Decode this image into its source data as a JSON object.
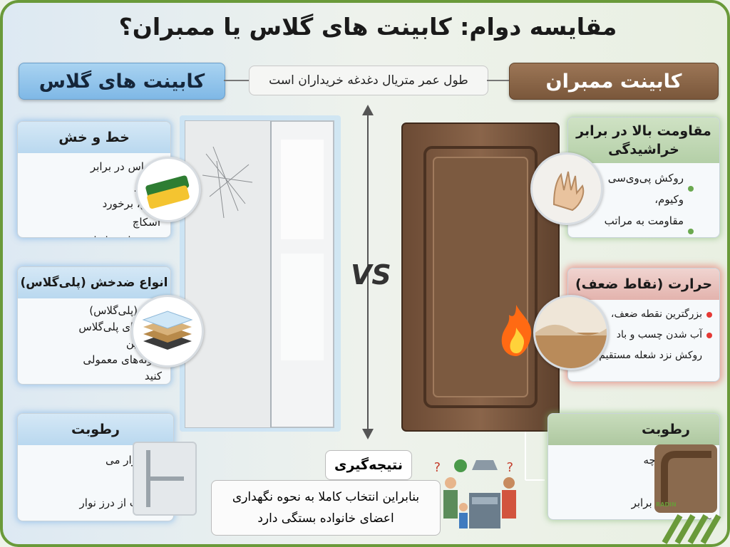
{
  "title": "مقایسه دوام: کابینت های گلاس یا ممبران؟",
  "subtitle": "طول عمر متریال دغدغه خریداران است",
  "headers": {
    "glass": "کابینت های گلاس",
    "membrane": "کابینت ممبران"
  },
  "vs_label": "VS",
  "glass": {
    "scratch": {
      "title": "خط و خش",
      "lines": [
        "حساس در برابر خط و",
        "خش، برخورد اسکاچ",
        "زبر خط می‌اندازد"
      ]
    },
    "types": {
      "title": "انواع ضدخش (پلی‌گلاس)",
      "lines": [
        "انواع (پلی‌گلاس)",
        "مدل های پلی‌گلاس",
        "جایگزین",
        "نمونه‌های معمولی کنید"
      ]
    },
    "moisture": {
      "title": "رطوبت",
      "lines": [
        "لبه‌ها نوار می خورند،",
        "نفوذ آب از درز نوار"
      ]
    }
  },
  "membrane": {
    "scratch": {
      "title": "مقاومت بالا در برابر خراشیدگی",
      "bullets": [
        "روکش پی‌وی‌سی وکیوم،",
        "مقاومت به مراتب بالاتری"
      ],
      "bullet_color": "#6aa84f"
    },
    "heat": {
      "title": "حرارت (نقاط ضعف)",
      "bullets": [
        "بزرگترین نقطه ضعف،",
        "آب شدن چسب و باد",
        "روکش نزد شعله مستقیم"
      ],
      "bullet_color": "#e53935"
    },
    "moisture": {
      "title": "رطوبت",
      "lines": [
        "پوشش یکپارچه لبه‌ها",
        "عایق بهتر در برابر آب"
      ]
    }
  },
  "conclusion": {
    "title": "نتیجه‌گیری",
    "lines": [
      "بنابراین انتخاب کاملا به نحوه نگهداری",
      "اعضای خانواده بستگی دارد"
    ]
  },
  "logo": {
    "tagline": "RADIN"
  }
}
